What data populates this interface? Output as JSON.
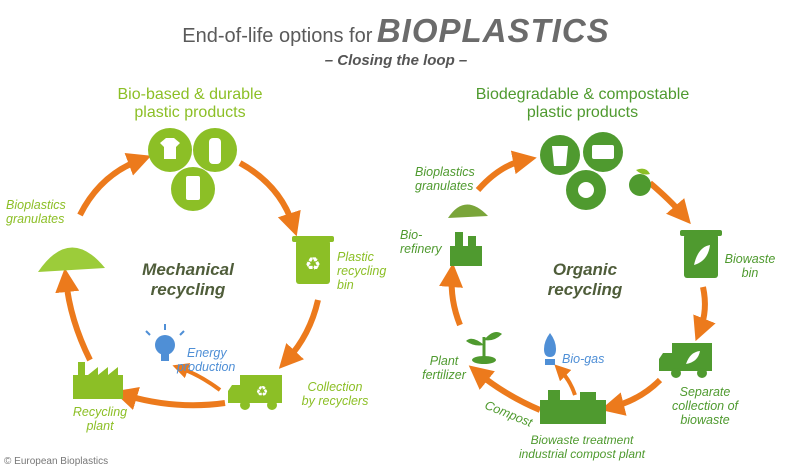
{
  "title": {
    "prefix": "End-of-life options for",
    "main": "BIOPLASTICS",
    "subtitle": "– Closing the loop –"
  },
  "left": {
    "header": [
      "Bio-based & durable",
      "plastic products"
    ],
    "center": [
      "Mechanical",
      "recycling"
    ],
    "labels": {
      "granulates": [
        "Bioplastics",
        "granulates"
      ],
      "bin": [
        "Plastic",
        "recycling",
        "bin"
      ],
      "energy": [
        "Energy",
        "production"
      ],
      "collection": [
        "Collection",
        "by recyclers"
      ],
      "plant": [
        "Recycling",
        "plant"
      ]
    }
  },
  "right": {
    "header": [
      "Biodegradable & compostable",
      "plastic products"
    ],
    "center": [
      "Organic",
      "recycling"
    ],
    "labels": {
      "granulates": [
        "Bioplastics",
        "granulates"
      ],
      "biorefinery": [
        "Bio-",
        "refinery"
      ],
      "bin": [
        "Biowaste",
        "bin"
      ],
      "fertilizer": [
        "Plant",
        "fertilizer"
      ],
      "biogas": "Bio-gas",
      "compost": "Compost",
      "separate": [
        "Separate",
        "collection of",
        "biowaste"
      ],
      "treatment": [
        "Biowaste treatment",
        "industrial compost plant"
      ]
    }
  },
  "footer": "© European Bioplastics",
  "colors": {
    "lightGreen": "#8cbf26",
    "darkGreen": "#4f9a2f",
    "arrow": "#ec7a1c",
    "blue": "#4f8fd6"
  }
}
